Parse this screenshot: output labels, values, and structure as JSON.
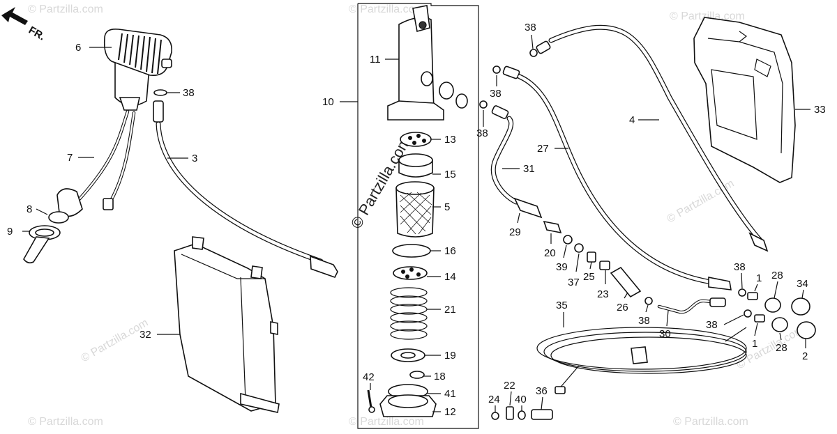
{
  "direction_label": "FR.",
  "watermark": "© Partzilla.com",
  "watermark_main": "© Partzilla.com",
  "callouts": [
    {
      "id": "c6",
      "text": "6"
    },
    {
      "id": "c38a",
      "text": "38"
    },
    {
      "id": "c7",
      "text": "7"
    },
    {
      "id": "c3",
      "text": "3"
    },
    {
      "id": "c8",
      "text": "8"
    },
    {
      "id": "c9",
      "text": "9"
    },
    {
      "id": "c32",
      "text": "32"
    },
    {
      "id": "c11",
      "text": "11"
    },
    {
      "id": "c10",
      "text": "10"
    },
    {
      "id": "c13",
      "text": "13"
    },
    {
      "id": "c15",
      "text": "15"
    },
    {
      "id": "c5",
      "text": "5"
    },
    {
      "id": "c16",
      "text": "16"
    },
    {
      "id": "c14",
      "text": "14"
    },
    {
      "id": "c21",
      "text": "21"
    },
    {
      "id": "c19",
      "text": "19"
    },
    {
      "id": "c18",
      "text": "18"
    },
    {
      "id": "c42",
      "text": "42"
    },
    {
      "id": "c41",
      "text": "41"
    },
    {
      "id": "c12",
      "text": "12"
    },
    {
      "id": "c38b",
      "text": "38"
    },
    {
      "id": "c38c",
      "text": "38"
    },
    {
      "id": "c38d",
      "text": "38"
    },
    {
      "id": "c31",
      "text": "31"
    },
    {
      "id": "c27",
      "text": "27"
    },
    {
      "id": "c29",
      "text": "29"
    },
    {
      "id": "c20",
      "text": "20"
    },
    {
      "id": "c39",
      "text": "39"
    },
    {
      "id": "c37",
      "text": "37"
    },
    {
      "id": "c25",
      "text": "25"
    },
    {
      "id": "c23",
      "text": "23"
    },
    {
      "id": "c26",
      "text": "26"
    },
    {
      "id": "c38e",
      "text": "38"
    },
    {
      "id": "c30",
      "text": "30"
    },
    {
      "id": "c35",
      "text": "35"
    },
    {
      "id": "c4",
      "text": "4"
    },
    {
      "id": "c33",
      "text": "33"
    },
    {
      "id": "c38f",
      "text": "38"
    },
    {
      "id": "c1a",
      "text": "1"
    },
    {
      "id": "c28a",
      "text": "28"
    },
    {
      "id": "c34",
      "text": "34"
    },
    {
      "id": "c38g",
      "text": "38"
    },
    {
      "id": "c1b",
      "text": "1"
    },
    {
      "id": "c28b",
      "text": "28"
    },
    {
      "id": "c2",
      "text": "2"
    },
    {
      "id": "c22",
      "text": "22"
    },
    {
      "id": "c24",
      "text": "24"
    },
    {
      "id": "c40",
      "text": "40"
    },
    {
      "id": "c36",
      "text": "36"
    }
  ]
}
